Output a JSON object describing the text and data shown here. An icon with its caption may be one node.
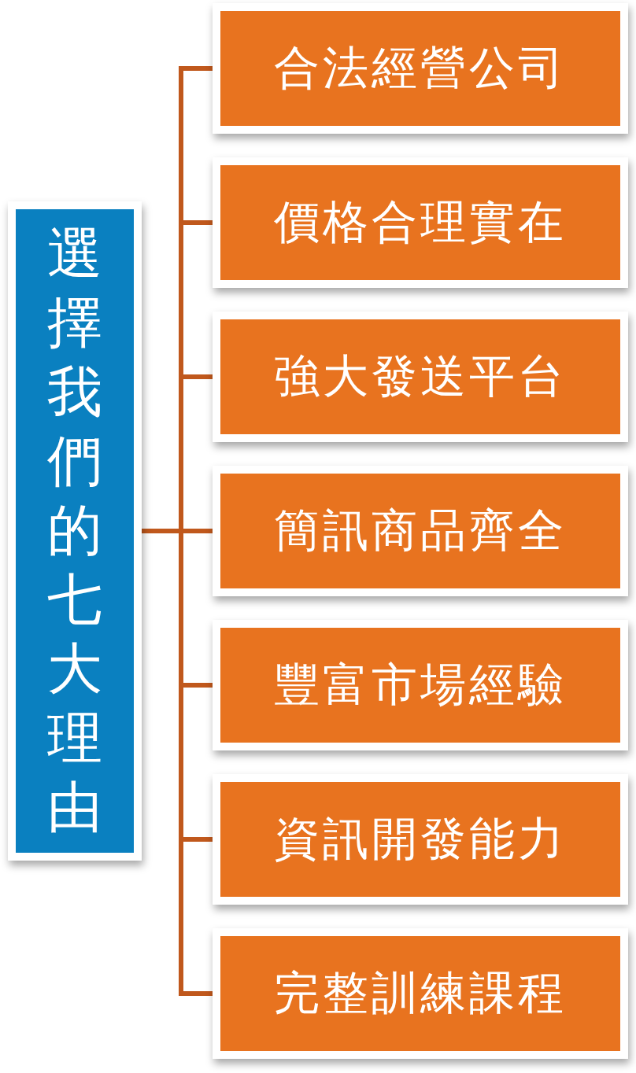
{
  "diagram": {
    "nodes": [
      {
        "text": [
          "選擇我們的七大理由"
        ]
      },
      {
        "text": [
          "合法經營公司"
        ]
      },
      {
        "text": [
          "價格合理實在"
        ]
      },
      {
        "text": [
          "強大發送平台"
        ]
      },
      {
        "text": [
          "簡訊商品齊全"
        ]
      },
      {
        "text": [
          "豐富市場經驗"
        ]
      },
      {
        "text": [
          "資訊開發能力"
        ]
      },
      {
        "text": [
          "完整訓練課程"
        ]
      }
    ],
    "edges": [
      {
        "from": 0,
        "to": 1,
        "arrow": "none"
      },
      {
        "from": 0,
        "to": 2,
        "arrow": "none"
      },
      {
        "from": 0,
        "to": 3,
        "arrow": "none"
      },
      {
        "from": 0,
        "to": 4,
        "arrow": "none"
      },
      {
        "from": 0,
        "to": 5,
        "arrow": "none"
      },
      {
        "from": 0,
        "to": 6,
        "arrow": "none"
      },
      {
        "from": 0,
        "to": 7,
        "arrow": "none"
      }
    ]
  }
}
